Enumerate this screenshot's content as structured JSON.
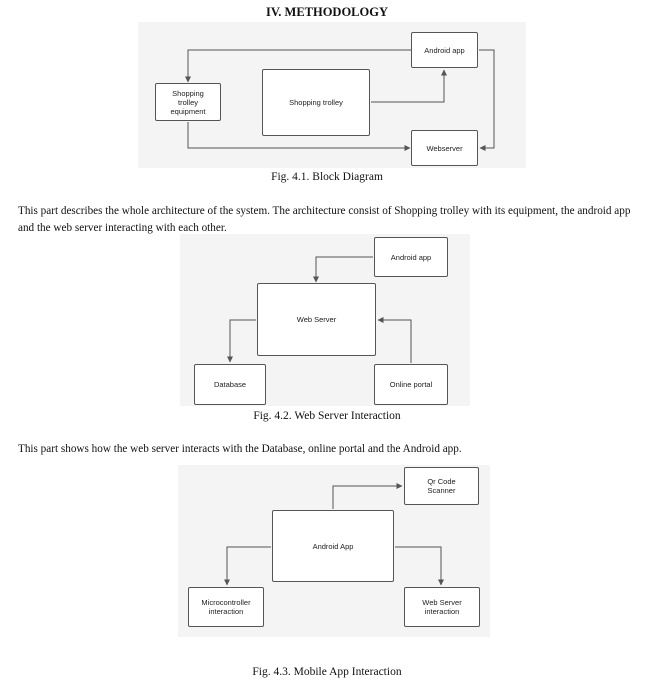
{
  "section": {
    "heading": "IV.  METHODOLOGY"
  },
  "figures": [
    {
      "caption": "Fig. 4.1.  Block Diagram",
      "nodes": {
        "shopping_trolley_equipment": "Shopping\ntrolley\nequipment",
        "shopping_trolley": "Shopping trolley",
        "android_app": "Android app",
        "webserver": "Webserver"
      }
    },
    {
      "caption": "Fig. 4.2. Web Server Interaction",
      "nodes": {
        "android_app": "Android app",
        "web_server": "Web Server",
        "database": "Database",
        "online_portal": "Online portal"
      }
    },
    {
      "caption": "Fig. 4.3.  Mobile App Interaction",
      "nodes": {
        "qr_code_scanner": "Qr Code\nScanner",
        "android_app": "Android App",
        "microcontroller_interaction": "Microcontroller\ninteraction",
        "web_server_interaction": "Web Server\ninteraction"
      }
    }
  ],
  "paragraphs": [
    "This part describes the whole architecture of the system. The architecture consist of Shopping trolley with its equipment, the android app and the web server interacting with each other.",
    "This part shows how the web server interacts with the Database, online portal and the Android app."
  ]
}
